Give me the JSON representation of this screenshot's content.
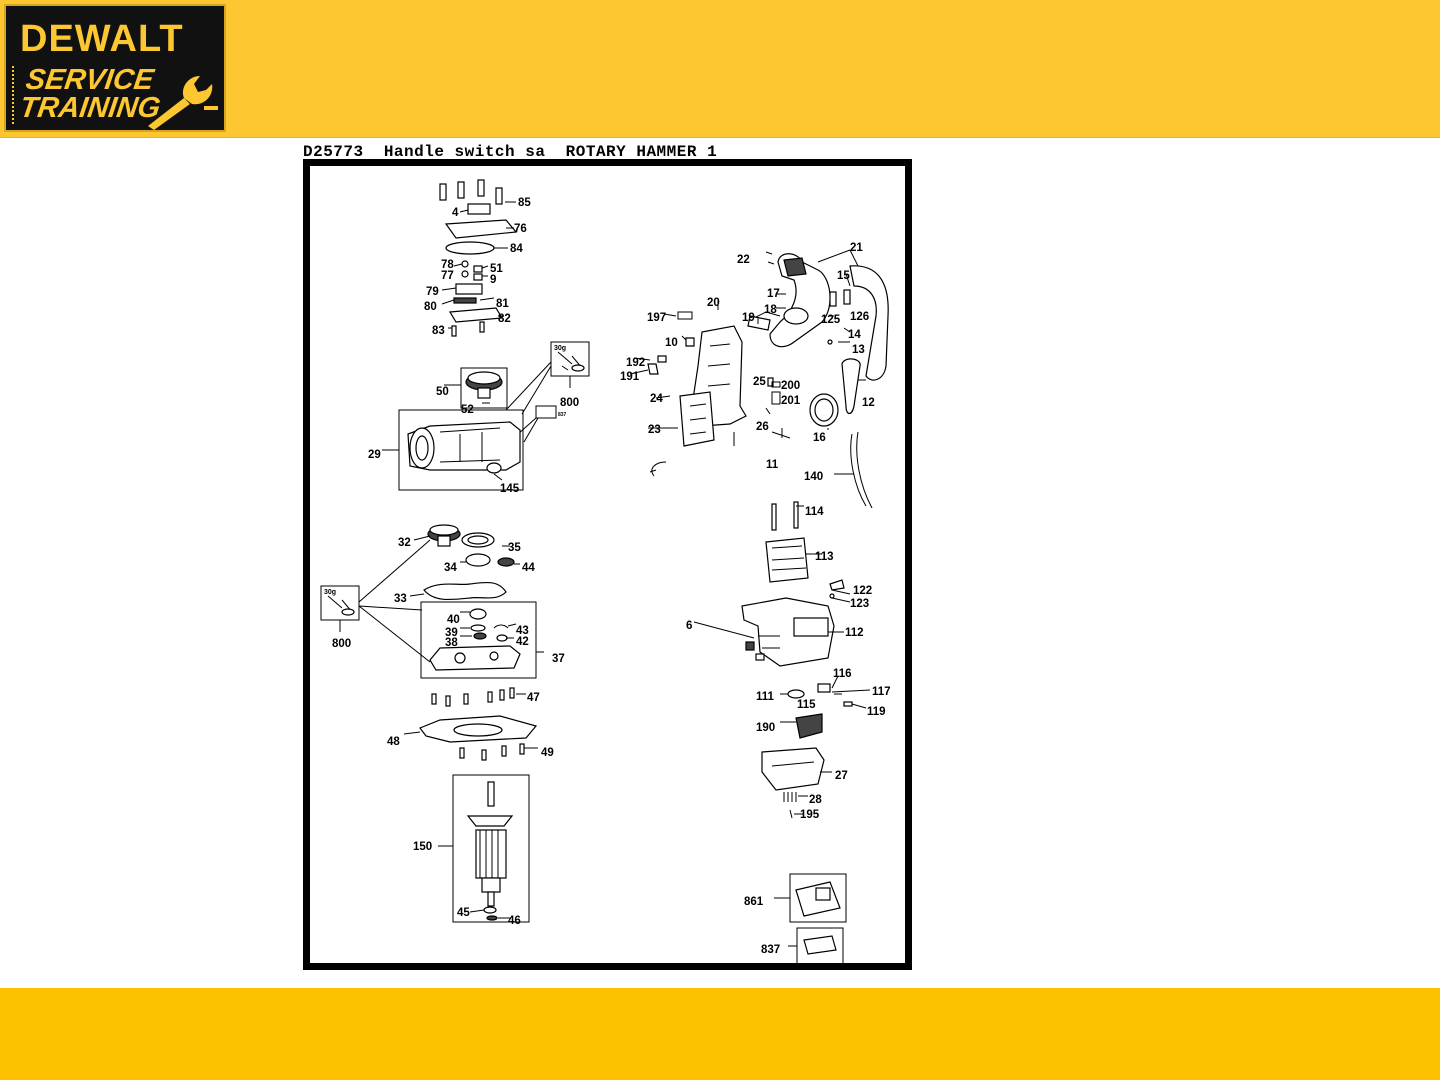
{
  "logo": {
    "brand": "DEWALT",
    "line1": "SERVICE",
    "line2": "TRAINING"
  },
  "diagram": {
    "caption": "D25773  Handle switch sa  ROTARY HAMMER 1",
    "callouts": [
      "85",
      "4",
      "76",
      "84",
      "78",
      "77",
      "51",
      "9",
      "79",
      "80",
      "81",
      "82",
      "83",
      "50",
      "52",
      "800",
      "29",
      "145",
      "22",
      "21",
      "15",
      "17",
      "20",
      "197",
      "18",
      "19",
      "125",
      "126",
      "14",
      "13",
      "10",
      "192",
      "191",
      "25",
      "200",
      "201",
      "24",
      "12",
      "23",
      "26",
      "16",
      "11",
      "140",
      "114",
      "113",
      "122",
      "123",
      "112",
      "6",
      "116",
      "117",
      "111",
      "115",
      "119",
      "190",
      "27",
      "28",
      "195",
      "32",
      "35",
      "34",
      "44",
      "33",
      "40",
      "39",
      "43",
      "38",
      "42",
      "37",
      "47",
      "48",
      "49",
      "150",
      "45",
      "46",
      "861",
      "837",
      "800"
    ],
    "grease_label": "30g",
    "tiny_label": "837"
  },
  "colors": {
    "header_yellow": "#fdc731",
    "footer_yellow": "#fec100",
    "ink": "#000000"
  }
}
